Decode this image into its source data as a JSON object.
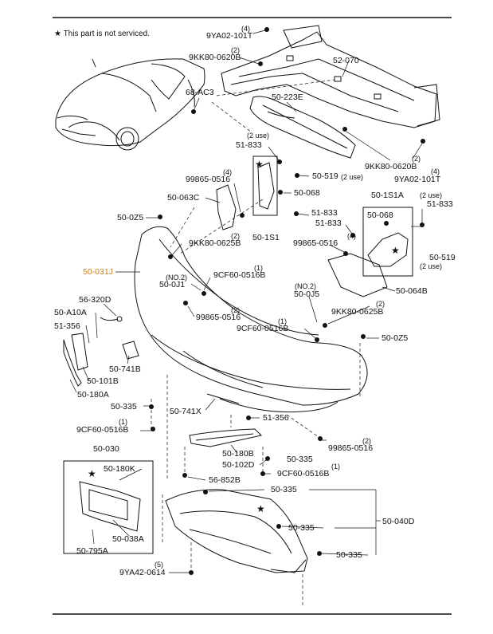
{
  "note": {
    "star": "★",
    "text": "This part is not serviced."
  },
  "parts": {
    "p9YA02_101T_top": "9YA02-101T",
    "q4_top": "(4)",
    "p9KK80_0620B_top": "9KK80-0620B",
    "q2_top": "(2)",
    "p52_070": "52-070",
    "p68_AC3": "68-AC3",
    "p50_223E": "50-223E",
    "use2_a": "(2 use)",
    "p51_833_a": "51-833",
    "q2_right": "(2)",
    "p9KK80_0620B_right": "9KK80-0620B",
    "q4_right": "(4)",
    "p9YA02_101T_right": "9YA02-101T",
    "q4_a": "(4)",
    "p99865_0516_a": "99865-0516",
    "p50_519_a": "50-519",
    "use2_b": "(2 use)",
    "p50_063C": "50-063C",
    "p50_068_a": "50-068",
    "p50_1S1A": "50-1S1A",
    "use2_c": "(2 use)",
    "p51_833_b": "51-833",
    "p50_068_b": "50-068",
    "p51_833_c": "51-833",
    "p50_0Z5_a": "50-0Z5",
    "p51_833_d": "51-833",
    "p50_1S1": "50-1S1",
    "q2_a": "(2)",
    "p9KK80_0625B_a": "9KK80-0625B",
    "q4_b": "(4)",
    "p99865_0516_b": "99865-0516",
    "p50_519_b": "50-519",
    "use2_d": "(2 use)",
    "p50_031J": "50-031J",
    "no2_a": "(NO.2)",
    "p50_0J1": "50-0J1",
    "q1_a": "(1)",
    "p9CF60_0516B_a": "9CF60-0516B",
    "p50_064B": "50-064B",
    "p56_320D": "56-320D",
    "no2_b": "(NO.2)",
    "p50_0J5": "50-0J5",
    "q2_b": "(2)",
    "p9KK80_0625B_b": "9KK80-0625B",
    "p50_A10A": "50-A10A",
    "q2_c": "(2)",
    "p99865_0516_c": "99865-0516",
    "p51_356_a": "51-356",
    "q1_b": "(1)",
    "p9CF60_0516B_b": "9CF60-0516B",
    "p50_0Z5_b": "50-0Z5",
    "p50_741B": "50-741B",
    "p50_101B": "50-101B",
    "p50_180A": "50-180A",
    "p50_335_a": "50-335",
    "p50_741X": "50-741X",
    "p51_356_b": "51-356",
    "q1_c": "(1)",
    "p9CF60_0516B_c": "9CF60-0516B",
    "q2_d": "(2)",
    "p99865_0516_d": "99865-0516",
    "p50_030": "50-030",
    "p50_180B": "50-180B",
    "p50_335_b": "50-335",
    "p50_102D": "50-102D",
    "q1_d": "(1)",
    "p9CF60_0516B_d": "9CF60-0516B",
    "p50_180K": "50-180K",
    "p56_852B": "56-852B",
    "p50_335_c": "50-335",
    "p50_040D": "50-040D",
    "p50_335_d": "50-335",
    "p50_038A": "50-038A",
    "p50_795A": "50-795A",
    "p50_335_e": "50-335",
    "q5": "(5)",
    "p9YA42_0614": "9YA42-0614"
  },
  "stars": [
    "★",
    "★",
    "★",
    "★"
  ],
  "colors": {
    "line": "#111111",
    "highlight": "#c8811e",
    "background": "#ffffff"
  }
}
